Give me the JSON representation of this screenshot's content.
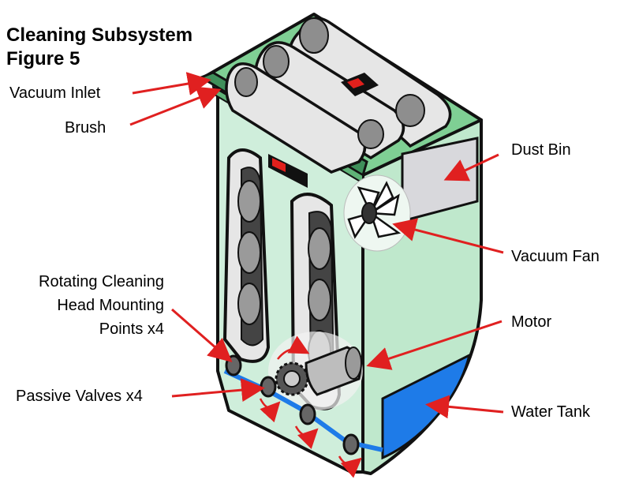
{
  "title": {
    "line1": "Cleaning Subsystem",
    "line2": "Figure 5"
  },
  "labels": {
    "vacuum_inlet": "Vacuum Inlet",
    "brush": "Brush",
    "rotating_line1": "Rotating Cleaning",
    "rotating_line2": "Head Mounting",
    "rotating_line3": "Points x4",
    "passive_valves": "Passive Valves x4",
    "dust_bin": "Dust Bin",
    "vacuum_fan": "Vacuum Fan",
    "motor": "Motor",
    "water_tank": "Water Tank"
  },
  "colors": {
    "body_fill": "#cfeedb",
    "top_fill": "#7fcf94",
    "outline": "#111111",
    "arrow": "#e02020",
    "roller_fill": "#e6e6e6",
    "roller_dark": "#8e8e8e",
    "water": "#1e7be8",
    "dust_bin": "#d8d8dc",
    "indicator": "#e0201c"
  }
}
